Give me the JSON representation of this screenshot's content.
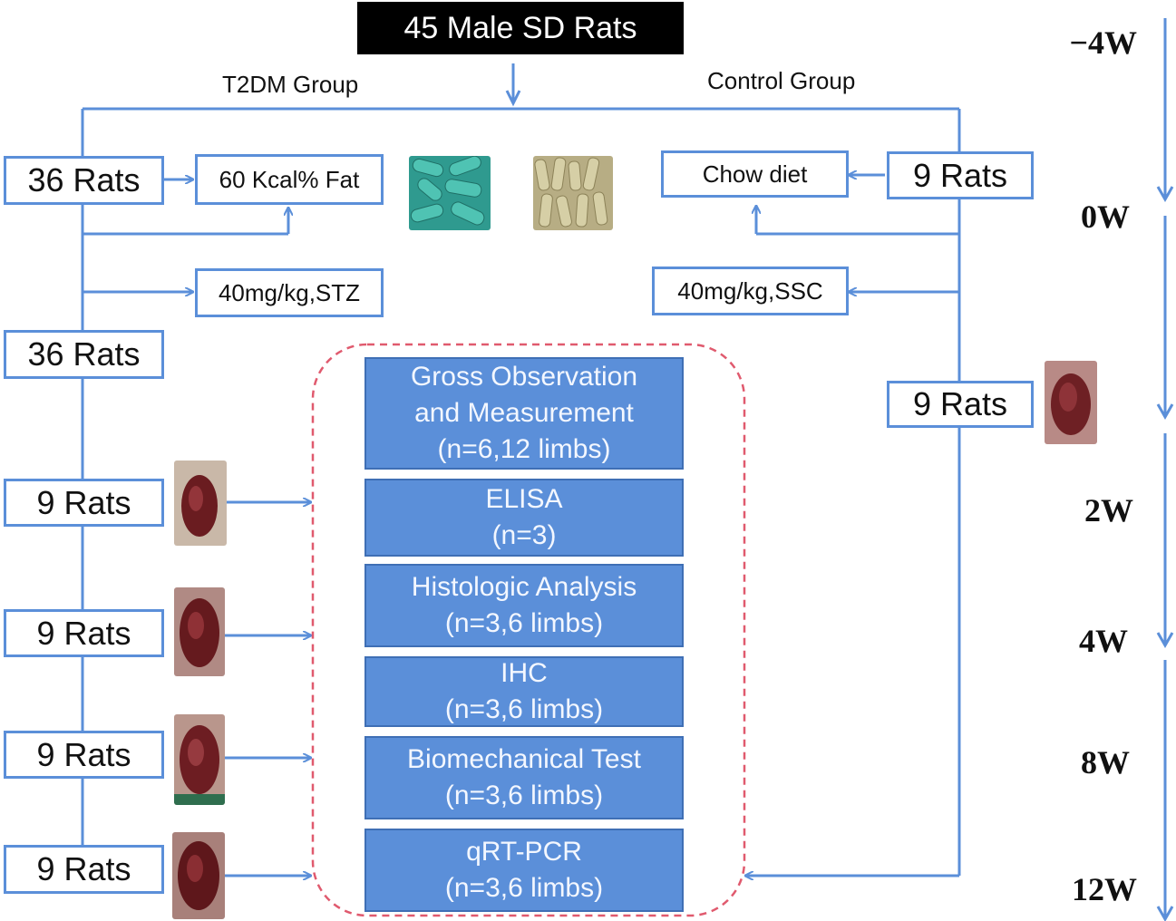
{
  "title": "45 Male SD Rats",
  "groups": {
    "t2dm": "T2DM Group",
    "control": "Control Group"
  },
  "t2dm": {
    "rats_initial": "36 Rats",
    "diet": "60 Kcal% Fat",
    "injection": "40mg/kg,STZ",
    "rats_after": "36 Rats",
    "subgroups": [
      "9 Rats",
      "9 Rats",
      "9 Rats",
      "9 Rats"
    ]
  },
  "control": {
    "rats_initial": "9 Rats",
    "diet": "Chow diet",
    "injection": "40mg/kg,SSC",
    "rats_after": "9 Rats"
  },
  "assays": [
    {
      "lines": [
        "Gross Observation",
        "and Measurement",
        "(n=6,12 limbs)"
      ]
    },
    {
      "lines": [
        "ELISA",
        "(n=3)"
      ]
    },
    {
      "lines": [
        "Histologic Analysis",
        "(n=3,6 limbs)"
      ]
    },
    {
      "lines": [
        "IHC",
        "(n=3,6 limbs)"
      ]
    },
    {
      "lines": [
        "Biomechanical Test",
        "(n=3,6 limbs)"
      ]
    },
    {
      "lines": [
        "qRT-PCR",
        "(n=3,6 limbs)"
      ]
    }
  ],
  "timeline": [
    "−4W",
    "0W",
    "2W",
    "4W",
    "8W",
    "12W"
  ],
  "colors": {
    "accent": "#5b8fd9",
    "dashed": "#e05a6e",
    "title_bg": "#000000"
  }
}
